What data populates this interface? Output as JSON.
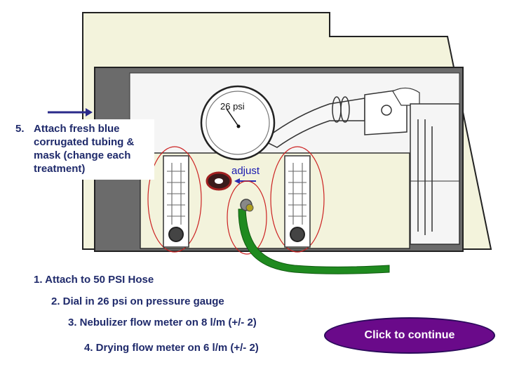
{
  "gauge": {
    "reading_label": "26 psi"
  },
  "adjust_label": "adjust",
  "step5": {
    "number": "5.",
    "text": "Attach fresh blue corrugated tubing & mask (change each treatment)"
  },
  "steps": [
    "1.  Attach to 50 PSI Hose",
    "2.  Dial in 26 psi on pressure gauge",
    "3.  Nebulizer flow meter on 8 l/m (+/- 2)",
    "4.  Drying flow meter on 6 l/m (+/- 2)"
  ],
  "continue_button": {
    "label": "Click to continue"
  },
  "colors": {
    "panel": "#f3f3dc",
    "hose": "#1f8a1f",
    "highlight_circle": "#cc2222",
    "arrow": "#2a2a8a",
    "button": "#6a0a8a"
  }
}
